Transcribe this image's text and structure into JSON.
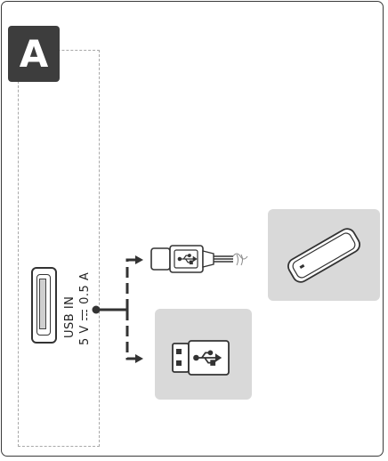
{
  "badge": {
    "letter": "A"
  },
  "port_label": {
    "line1": "USB IN",
    "line2_prefix": "5 V",
    "line2_suffix": "0.5 A"
  },
  "icons": {
    "usb_port": "usb-a-port",
    "usb_cable": "usb-cable-plug",
    "hdd": "external-hard-drive",
    "stick": "usb-flash-drive"
  },
  "colors": {
    "frame": "#3a3a3a",
    "badge_bg": "#3d3d3d",
    "device_box": "#d9d9d9",
    "line": "#333333"
  }
}
